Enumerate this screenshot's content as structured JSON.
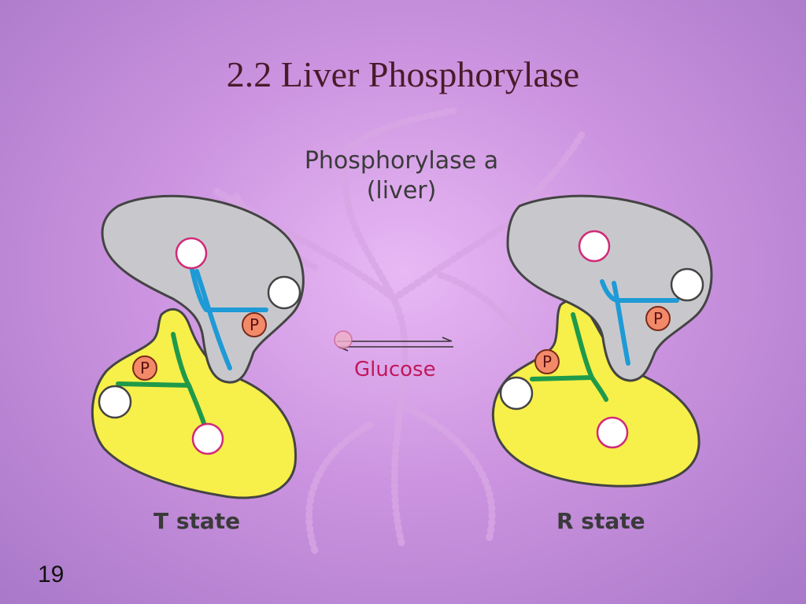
{
  "slide": {
    "title": "2.2 Liver Phosphorylase",
    "number": "19"
  },
  "diagram": {
    "heading_line1": "Phosphorylase a",
    "heading_line2": "(liver)",
    "arrow_label": "Glucose",
    "left_state": "T state",
    "right_state": "R state",
    "phosphate_label": "P",
    "colors": {
      "upper_subunit": "#c8c8cc",
      "lower_subunit": "#f7ef4a",
      "upper_strand": "#1e9ad6",
      "lower_strand": "#1f9a4a",
      "phosphate": "#f28a6a",
      "glucose": "#c0185a"
    }
  }
}
